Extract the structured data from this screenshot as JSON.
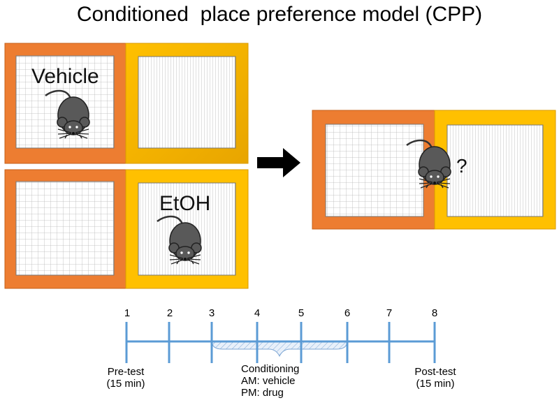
{
  "title": "Conditioned  place preference model (CPP)",
  "panels": {
    "top_label": "Vehicle",
    "bottom_label": "EtOH",
    "test_label": "?"
  },
  "colors": {
    "orange": "#ED7D31",
    "orange_border": "#D2691E",
    "yellow": "#FFC000",
    "yellow_border": "#E0A800",
    "timeline": "#5B9BD5",
    "mouse": "#595959"
  },
  "timeline": {
    "points": [
      "1",
      "2",
      "3",
      "4",
      "5",
      "6",
      "7",
      "8"
    ],
    "pre_test": [
      "Pre-test",
      "(15 min)"
    ],
    "conditioning": [
      "Conditioning",
      "AM: vehicle",
      "PM: drug"
    ],
    "post_test": [
      "Post-test",
      "(15 min)"
    ]
  }
}
